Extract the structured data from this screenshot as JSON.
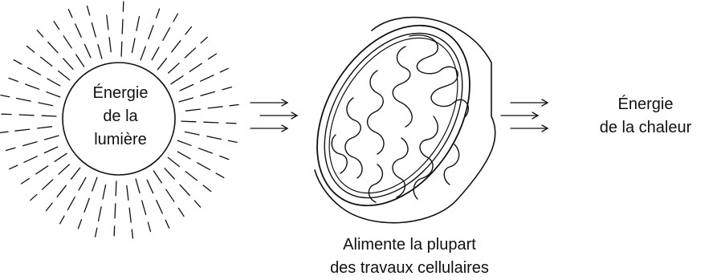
{
  "diagram": {
    "sun": {
      "label_lines": [
        "Énergie",
        "de la",
        "lumière"
      ]
    },
    "heat": {
      "label_lines": [
        "Énergie",
        "de la chaleur"
      ]
    },
    "mitochondrion": {
      "caption_lines": [
        "Alimente la plupart",
        "des travaux cellulaires"
      ]
    },
    "arrow_groups": [
      {
        "from": "sun",
        "to": "mitochondrion",
        "count": 3
      },
      {
        "from": "mitochondrion",
        "to": "heat",
        "count": 3
      }
    ],
    "colors": {
      "stroke": "#111111",
      "background": "#ffffff"
    }
  }
}
